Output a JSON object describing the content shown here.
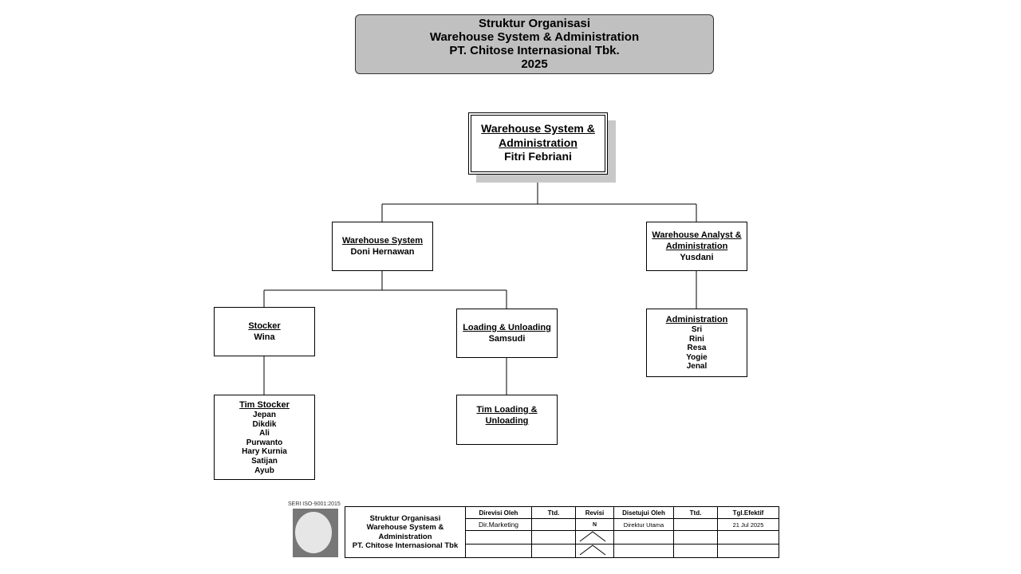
{
  "header": {
    "line1": "Struktur Organisasi",
    "line2": "Warehouse System & Administration",
    "line3": "PT. Chitose Internasional Tbk.",
    "line4": "2025"
  },
  "org": {
    "root": {
      "title_l1": "Warehouse System &",
      "title_l2": "Administration",
      "name": "Fitri Febriani"
    },
    "warehouse_system": {
      "title": "Warehouse System",
      "name": "Doni Hernawan"
    },
    "analyst": {
      "title_l1": "Warehouse Analyst &",
      "title_l2": "Administration",
      "name": "Yusdani"
    },
    "stocker": {
      "title": "Stocker",
      "name": "Wina"
    },
    "loading": {
      "title": "Loading & Unloading",
      "name": "Samsudi"
    },
    "administration": {
      "title": "Administration",
      "members": [
        "Sri",
        "Rini",
        "Resa",
        "Yogie",
        "Jenal"
      ]
    },
    "tim_stocker": {
      "title": "Tim Stocker",
      "members": [
        "Jepan",
        "Dikdik",
        "Ali",
        "Purwanto",
        "Hary Kurnia",
        "Satijan",
        "Ayub"
      ]
    },
    "tim_loading": {
      "title_l1": "Tim Loading &",
      "title_l2": "Unloading"
    }
  },
  "footer": {
    "iso_label": "SERI ISO-9001:2015",
    "doc_l1": "Struktur Organisasi",
    "doc_l2": "Warehouse System &",
    "doc_l3": "Administration",
    "doc_l4": "PT. Chitose Internasional Tbk",
    "col_direvisi": "Direvisi Oleh",
    "col_ttd1": "Ttd.",
    "col_revisi": "Revisi",
    "col_disetujui": "Disetujui Oleh",
    "col_ttd2": "Ttd.",
    "col_tgl": "Tgl.Efektif",
    "direvisi_value": "Dir.Marketing",
    "revisi_value": "N",
    "disetujui_value": "Direktur Utama",
    "tgl_value": "21 Jul 2025"
  }
}
